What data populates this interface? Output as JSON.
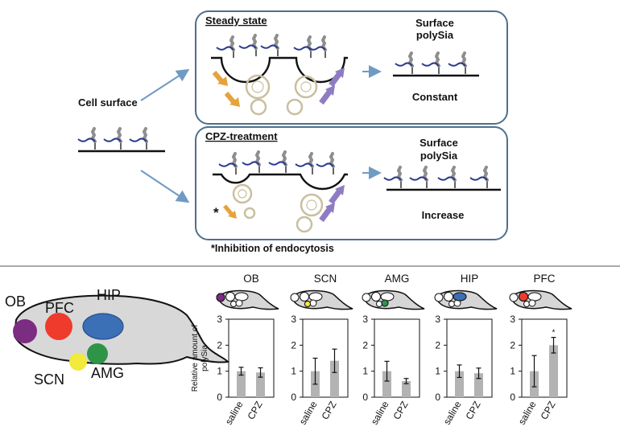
{
  "diagram": {
    "cell_surface_label": "Cell surface",
    "inhibition_note": "*Inhibition of endocytosis",
    "star_mark": "*",
    "panels": [
      {
        "title": "Steady state",
        "result_line1": "Surface",
        "result_line2": "polySia",
        "result_state": "Constant"
      },
      {
        "title": "CPZ-treatment",
        "result_line1": "Surface",
        "result_line2": "polySia",
        "result_state": "Increase"
      }
    ]
  },
  "brain_map": {
    "regions": [
      {
        "label": "OB",
        "color": "#7b2d82"
      },
      {
        "label": "PFC",
        "color": "#ee3b2c"
      },
      {
        "label": "HIP",
        "color": "#3b6fb6"
      },
      {
        "label": "SCN",
        "color": "#f2ea3c"
      },
      {
        "label": "AMG",
        "color": "#2e9448"
      }
    ]
  },
  "chart_data": [
    {
      "type": "bar",
      "title": "OB",
      "categories": [
        "saline",
        "CPZ"
      ],
      "values": [
        1.0,
        0.95
      ],
      "errors": [
        0.15,
        0.18
      ],
      "ylim": [
        0,
        3
      ],
      "yticks": [
        "0",
        "1",
        "2",
        "3"
      ],
      "ylabel": "Relative amount of polySia",
      "marker_color": "#7b2d82",
      "significance": [
        null,
        null
      ]
    },
    {
      "type": "bar",
      "title": "SCN",
      "categories": [
        "saline",
        "CPZ"
      ],
      "values": [
        1.0,
        1.4
      ],
      "errors": [
        0.5,
        0.45
      ],
      "ylim": [
        0,
        3
      ],
      "yticks": [
        "0",
        "1",
        "2",
        "3"
      ],
      "marker_color": "#f2ea3c",
      "significance": [
        null,
        null
      ]
    },
    {
      "type": "bar",
      "title": "AMG",
      "categories": [
        "saline",
        "CPZ"
      ],
      "values": [
        1.0,
        0.62
      ],
      "errors": [
        0.38,
        0.1
      ],
      "ylim": [
        0,
        3
      ],
      "yticks": [
        "0",
        "1",
        "2",
        "3"
      ],
      "marker_color": "#2e9448",
      "significance": [
        null,
        null
      ]
    },
    {
      "type": "bar",
      "title": "HIP",
      "categories": [
        "saline",
        "CPZ"
      ],
      "values": [
        1.0,
        0.92
      ],
      "errors": [
        0.24,
        0.2
      ],
      "ylim": [
        0,
        3
      ],
      "yticks": [
        "0",
        "1",
        "2",
        "3"
      ],
      "marker_color": "#3b6fb6",
      "significance": [
        null,
        null
      ]
    },
    {
      "type": "bar",
      "title": "PFC",
      "categories": [
        "saline",
        "CPZ"
      ],
      "values": [
        1.0,
        2.0
      ],
      "errors": [
        0.6,
        0.3
      ],
      "ylim": [
        0,
        3
      ],
      "yticks": [
        "0",
        "1",
        "2",
        "3"
      ],
      "marker_color": "#ee3b2c",
      "significance": [
        null,
        "*"
      ]
    }
  ]
}
